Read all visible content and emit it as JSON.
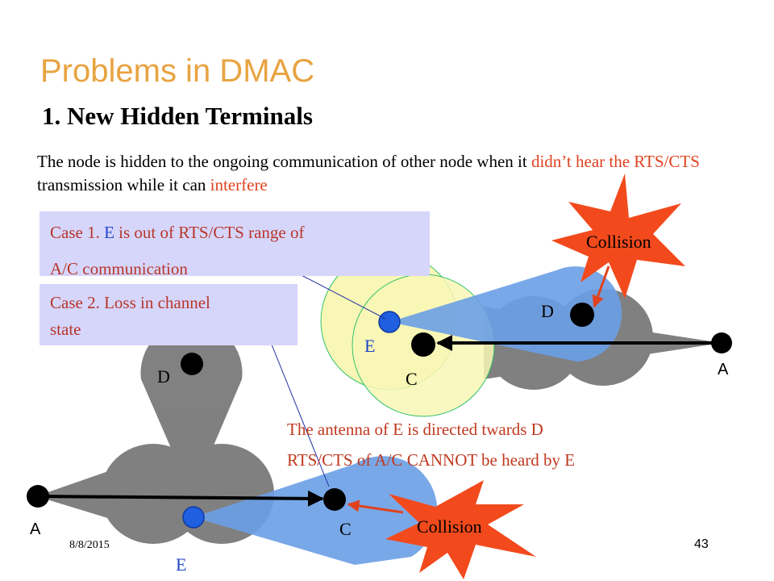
{
  "slide": {
    "title": "Problems in DMAC",
    "subtitle": "1. New Hidden Terminals",
    "description": {
      "part1": "The node is hidden to the ongoing communication of other node when it ",
      "part2": "didn’t hear the RTS/CTS",
      "part3": " transmission while it can ",
      "part4": "interfere"
    },
    "case1": {
      "line1_pre": "Case 1. ",
      "line1_node": "E",
      "line1_post": " is out of RTS/CTS range of",
      "line2": "A/C  communication"
    },
    "case2": {
      "line1": "Case 2. Loss in channel",
      "line2": "state"
    },
    "scenario1": {
      "collision": "Collision",
      "node_a": "A",
      "node_c": "C",
      "node_d": "D",
      "node_e": "E"
    },
    "scenario2": {
      "collision": "Collision",
      "node_a": "A",
      "node_c": "C",
      "node_d": "D",
      "node_e": "E",
      "note1": "The antenna of E is directed twards D",
      "note2": "RTS/CTS of A/C CANNOT be heard by E"
    },
    "date": "8/8/2015",
    "page_number": "43"
  },
  "colors": {
    "title": "#e8a341",
    "highlight": "#e0421e",
    "case_box": "#d6d6fb",
    "beam": "#6a9ee6",
    "omni_range": "#f9f7b6",
    "omni_border": "#2fc26a",
    "gray_pattern": "#7a7a7a",
    "burst": "#f24a1c"
  }
}
